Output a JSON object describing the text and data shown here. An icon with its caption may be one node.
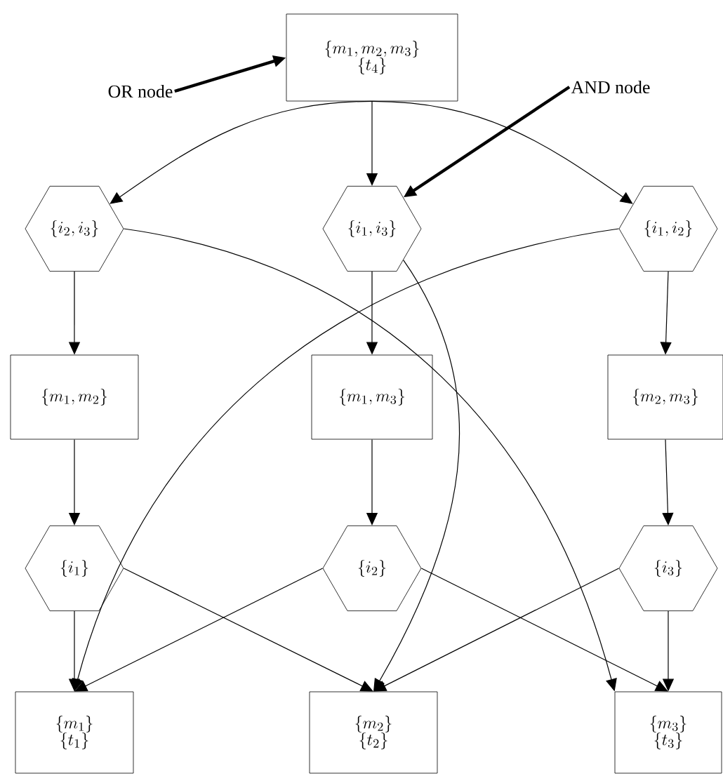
{
  "diagram": {
    "nodes": [
      {
        "text": [
          "\\{m_1, m_2, m_3\\}",
          "\\{t_4\\}"
        ]
      },
      {
        "text": [
          "\\{i_2, i_3\\}"
        ]
      },
      {
        "text": [
          "\\{i_1, i_3\\}"
        ]
      },
      {
        "text": [
          "\\{i_1, i_2\\}"
        ]
      },
      {
        "text": [
          "\\{m_1, m_2\\}"
        ]
      },
      {
        "text": [
          "\\{m_1, m_3\\}"
        ]
      },
      {
        "text": [
          "\\{m_2, m_3\\}"
        ]
      },
      {
        "text": [
          "\\{i_1\\}"
        ]
      },
      {
        "text": [
          "\\{i_2\\}"
        ]
      },
      {
        "text": [
          "\\{i_3\\}"
        ]
      },
      {
        "text": [
          "\\{m_1\\}",
          "\\{t_1\\}"
        ]
      },
      {
        "text": [
          "\\{m_2\\}",
          "\\{t_2\\}"
        ]
      },
      {
        "text": [
          "\\{m_3\\}",
          "\\{t_3\\}"
        ]
      },
      {
        "text": [
          "OR node"
        ]
      },
      {
        "text": [
          "AND node"
        ]
      }
    ],
    "edges": [
      {
        "from": 0,
        "to": 1,
        "arrow": "to"
      },
      {
        "from": 0,
        "to": 2,
        "arrow": "to"
      },
      {
        "from": 0,
        "to": 3,
        "arrow": "to"
      },
      {
        "from": 1,
        "to": 4,
        "arrow": "to"
      },
      {
        "from": 2,
        "to": 5,
        "arrow": "to"
      },
      {
        "from": 3,
        "to": 6,
        "arrow": "to"
      },
      {
        "from": 1,
        "to": 12,
        "arrow": "to"
      },
      {
        "from": 2,
        "to": 11,
        "arrow": "to"
      },
      {
        "from": 3,
        "to": 10,
        "arrow": "to"
      },
      {
        "from": 4,
        "to": 7,
        "arrow": "to"
      },
      {
        "from": 5,
        "to": 8,
        "arrow": "to"
      },
      {
        "from": 6,
        "to": 9,
        "arrow": "to"
      },
      {
        "from": 7,
        "to": 10,
        "arrow": "to"
      },
      {
        "from": 7,
        "to": 11,
        "arrow": "to"
      },
      {
        "from": 8,
        "to": 10,
        "arrow": "to"
      },
      {
        "from": 8,
        "to": 12,
        "arrow": "to"
      },
      {
        "from": 9,
        "to": 11,
        "arrow": "to"
      },
      {
        "from": 9,
        "to": 12,
        "arrow": "to"
      },
      {
        "from": 13,
        "to": 0,
        "arrow": "to",
        "style": "thick"
      },
      {
        "from": 14,
        "to": 2,
        "arrow": "to",
        "style": "thick"
      }
    ]
  }
}
